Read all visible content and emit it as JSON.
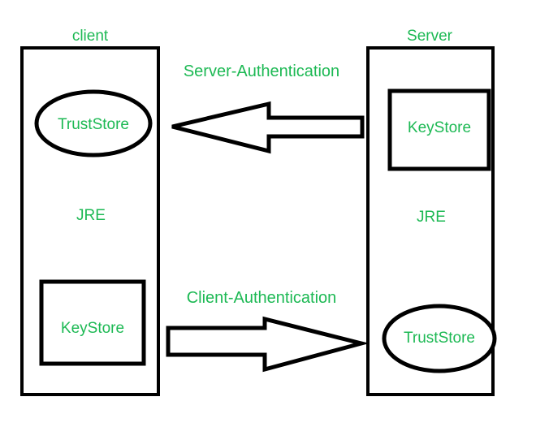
{
  "diagram": {
    "type": "ssl-mutual-authentication-diagram",
    "accent_color": "#1db954",
    "stroke_color": "#000000",
    "background_color": "#ffffff",
    "parties": [
      {
        "id": "client",
        "title": "client",
        "runtime_label": "JRE",
        "stores": [
          {
            "id": "client-truststore",
            "label": "TrustStore",
            "shape": "ellipse"
          },
          {
            "id": "client-keystore",
            "label": "KeyStore",
            "shape": "rectangle"
          }
        ]
      },
      {
        "id": "server",
        "title": "Server",
        "runtime_label": "JRE",
        "stores": [
          {
            "id": "server-keystore",
            "label": "KeyStore",
            "shape": "rectangle"
          },
          {
            "id": "server-truststore",
            "label": "TrustStore",
            "shape": "ellipse"
          }
        ]
      }
    ],
    "flows": [
      {
        "id": "server-authentication",
        "label": "Server-Authentication",
        "direction": "right-to-left",
        "from": "server-keystore",
        "to": "client-truststore"
      },
      {
        "id": "client-authentication",
        "label": "Client-Authentication",
        "direction": "left-to-right",
        "from": "client-keystore",
        "to": "server-truststore"
      }
    ]
  }
}
